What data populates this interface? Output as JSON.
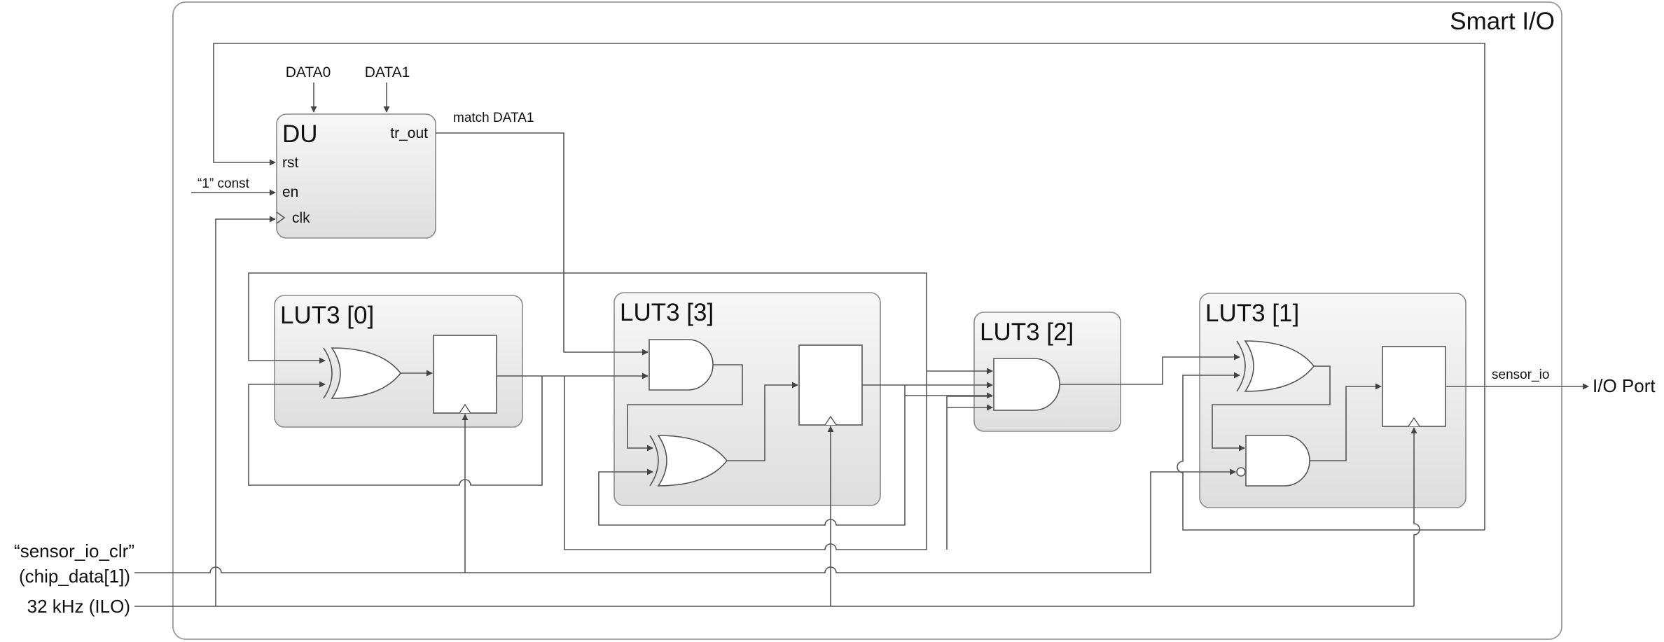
{
  "diagram": {
    "frame_title": "Smart I/O",
    "du": {
      "title": "DU",
      "inputs": {
        "data0": "DATA0",
        "data1": "DATA1"
      },
      "ports": {
        "rst": "rst",
        "en": "en",
        "clk": "clk",
        "tr_out": "tr_out"
      },
      "tr_out_note": "match DATA1",
      "en_source": "“1” const"
    },
    "luts": [
      {
        "id": "lut0",
        "label": "LUT3 [0]"
      },
      {
        "id": "lut3",
        "label": "LUT3 [3]"
      },
      {
        "id": "lut2",
        "label": "LUT3 [2]"
      },
      {
        "id": "lut1",
        "label": "LUT3 [1]"
      }
    ],
    "external_inputs": {
      "sensor_clr_line1": "“sensor_io_clr”",
      "sensor_clr_line2": "(chip_data[1])",
      "clock": "32 kHz (ILO)"
    },
    "output": {
      "signal": "sensor_io",
      "port": "I/O Port"
    }
  }
}
